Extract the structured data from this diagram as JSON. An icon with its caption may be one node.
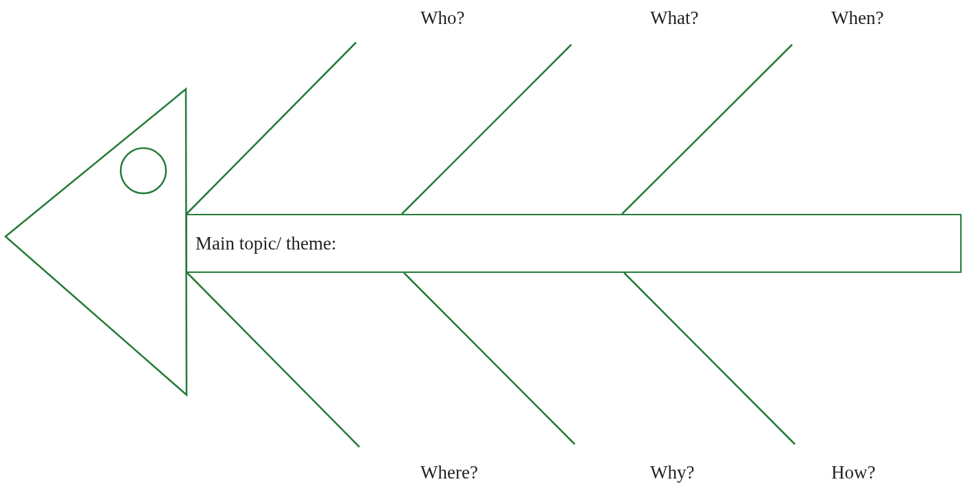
{
  "diagram": {
    "nodes": [
      {
        "text": [],
        "shape": "triangle"
      },
      {
        "text": [
          "Main topic/ theme:"
        ]
      }
    ],
    "edges": [
      {
        "from": null,
        "to": 1,
        "arrow": "none"
      },
      {
        "from": null,
        "to": 1,
        "arrow": "none"
      },
      {
        "from": null,
        "to": 1,
        "arrow": "none"
      },
      {
        "from": null,
        "to": 1,
        "arrow": "none"
      },
      {
        "from": null,
        "to": 1,
        "arrow": "none"
      },
      {
        "from": null,
        "to": 1,
        "arrow": "none"
      }
    ],
    "labels": [
      "Who?",
      "What?",
      "When?",
      "Where?",
      "Why?",
      "How?"
    ]
  }
}
